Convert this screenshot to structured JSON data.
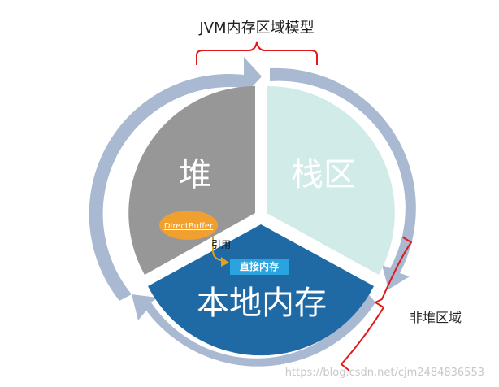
{
  "title": "JVM内存区域模型",
  "sectors": {
    "heap": "堆",
    "stack": "栈区",
    "native": "本地内存"
  },
  "tags": {
    "direct_buffer": "DirectBuffer",
    "reference": "引用",
    "direct_memory": "直接内存"
  },
  "non_heap_label": "非堆区域",
  "watermark": "https://blog.csdn.net/cjm2484836553",
  "colors": {
    "heap": "#979797",
    "stack": "#d0ebe8",
    "native": "#1f6aa5",
    "ring": "#a9b9d1",
    "bracket": "#e01a1a",
    "direct_buffer": "#f0a02e",
    "direct_memory": "#29a4de"
  }
}
